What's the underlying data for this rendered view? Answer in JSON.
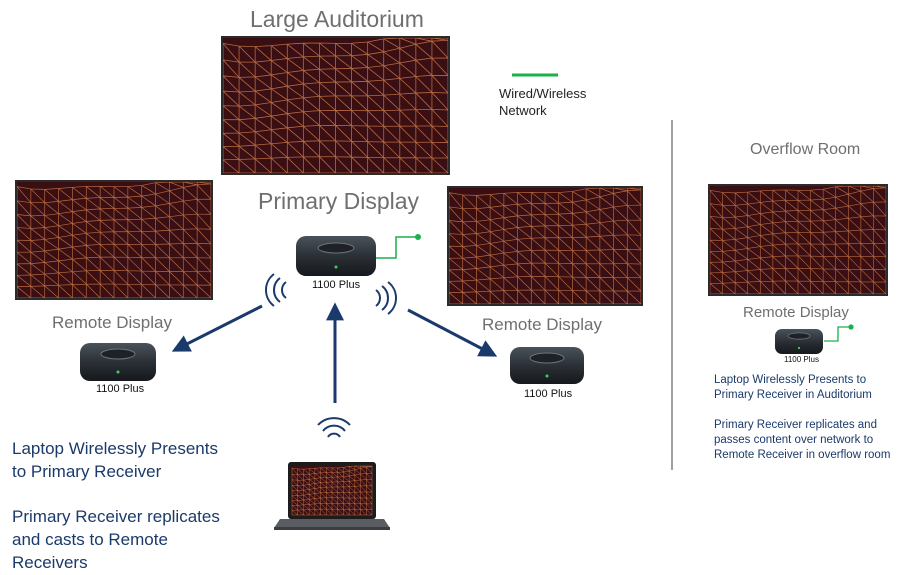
{
  "titles": {
    "large_auditorium": "Large Auditorium",
    "primary_display": "Primary Display",
    "overflow_room": "Overflow Room"
  },
  "legend": {
    "line1": "Wired/Wireless",
    "line2": "Network",
    "color": "#1ab04a"
  },
  "remote_display_label": "Remote Display",
  "device_label": "1100 Plus",
  "left_text": {
    "line1": "Laptop Wirelessly Presents",
    "line2": "to Primary Receiver",
    "line3": "Primary Receiver replicates",
    "line4": "and casts to Remote",
    "line5": "Receivers"
  },
  "right_text": {
    "line1": "Laptop Wirelessly Presents to",
    "line2": "Primary Receiver in Auditorium",
    "line3": "Primary Receiver replicates and",
    "line4": "passes content over network to",
    "line5": "Remote Receiver in overflow room"
  },
  "colors": {
    "arrow": "#1a3a6b",
    "title_grey": "#6f6f6f",
    "screen_bg": "#3a0f14",
    "mesh": "#e2884f",
    "divider": "#a0a0a0"
  }
}
